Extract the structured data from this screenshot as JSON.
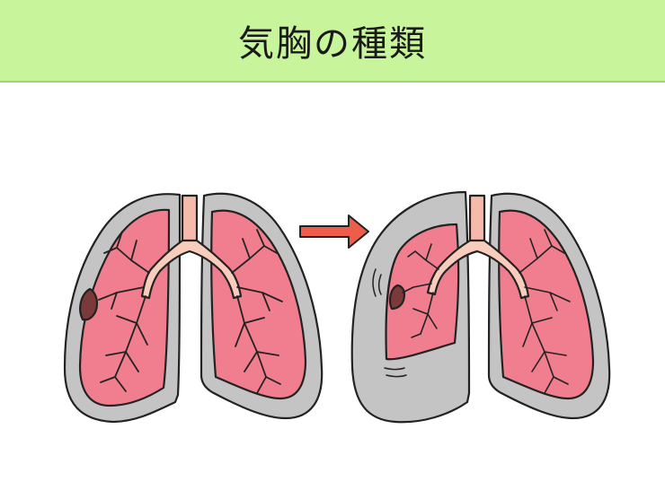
{
  "header": {
    "title": "気胸の種類"
  },
  "colors": {
    "header_bg": "#c8f59b",
    "pleura": "#c4c4c4",
    "lung": "#f07e8e",
    "trachea": "#f7b9ac",
    "bronchi": "#f9cdbb",
    "bleb": "#7a3a3a",
    "arrow": "#ee5d4b",
    "outline": "#222222"
  },
  "diagram": {
    "left": "normal-lungs-with-bleb",
    "right": "collapsed-left-lung-pneumothorax",
    "transition": "right-arrow"
  }
}
